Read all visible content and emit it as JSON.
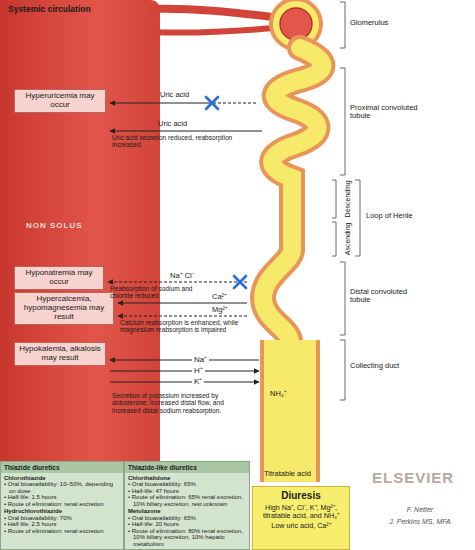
{
  "diagram": {
    "nodes": [
      {
        "text": [
          "Hyperuricemia may occur"
        ]
      },
      {
        "text": [
          "Hyponatremia may occur"
        ]
      },
      {
        "text": [
          "Hypercalcemia, hypomagnesemia may result"
        ]
      },
      {
        "text": [
          "Hypokalemia, alkalosis may result"
        ]
      },
      {
        "text": [
          "Thiazide diuretics",
          "Chlorothiazide",
          "• Oral bioavailability: 10–50%, depending on dose",
          "• Half-life: 1.5 hours",
          "• Route of elimination: renal excretion",
          "Hydrochlorothiazide",
          "• Oral bioavailability: 70%",
          "• Half-life: 2.5 hours",
          "• Route of elimination: renal excretion"
        ]
      },
      {
        "text": [
          "Thiazide-like diuretics",
          "Chlorthalidone",
          "• Oral bioavailability: 65%",
          "• Half-life: 47 hours",
          "• Route of elimination: 65% renal excretion, 10% biliary excretion, rest unknown",
          "Metolazone",
          "• Oral bioavailability: 65%",
          "• Half-life: 20 hours",
          "• Route of elimination: 80% renal excretion, 10% biliary excretion, 10% hepatic metabolism"
        ]
      },
      {
        "text": [
          "Diuresis",
          "High Na⁺, Cl⁻, K⁺, Mg²⁺, titratable acid, and NH₄⁺",
          "Low uric acid, Ca²⁺"
        ]
      }
    ],
    "labels": [
      "Systemic circulation",
      "Glomerulus",
      "Proximal convoluted tubule",
      "Descending",
      "Loop of Henle",
      "Ascending",
      "Distal convoluted tubule",
      "Collecting duct",
      "Uric acid",
      "Uric acid",
      "Uric acid secretion reduced, reabsorption increased",
      "Na⁺ Cl⁻",
      "Reabsorption of sodium and chloride reduced",
      "Ca²⁺",
      "Mg²⁺",
      "Calcium reabsorption is enhanced, while magnesium reabsorption is impaired",
      "Na⁺",
      "H⁺",
      "K⁺",
      "NH₄⁺",
      "Secretion of potassium increased by aldosterone, increased distal flow, and increased distal sodium reabsorption.",
      "Titratable acid",
      "NON SOLUS",
      "ELSEVIER",
      "F. Netter",
      "J. Perkins MS, MFA"
    ]
  }
}
